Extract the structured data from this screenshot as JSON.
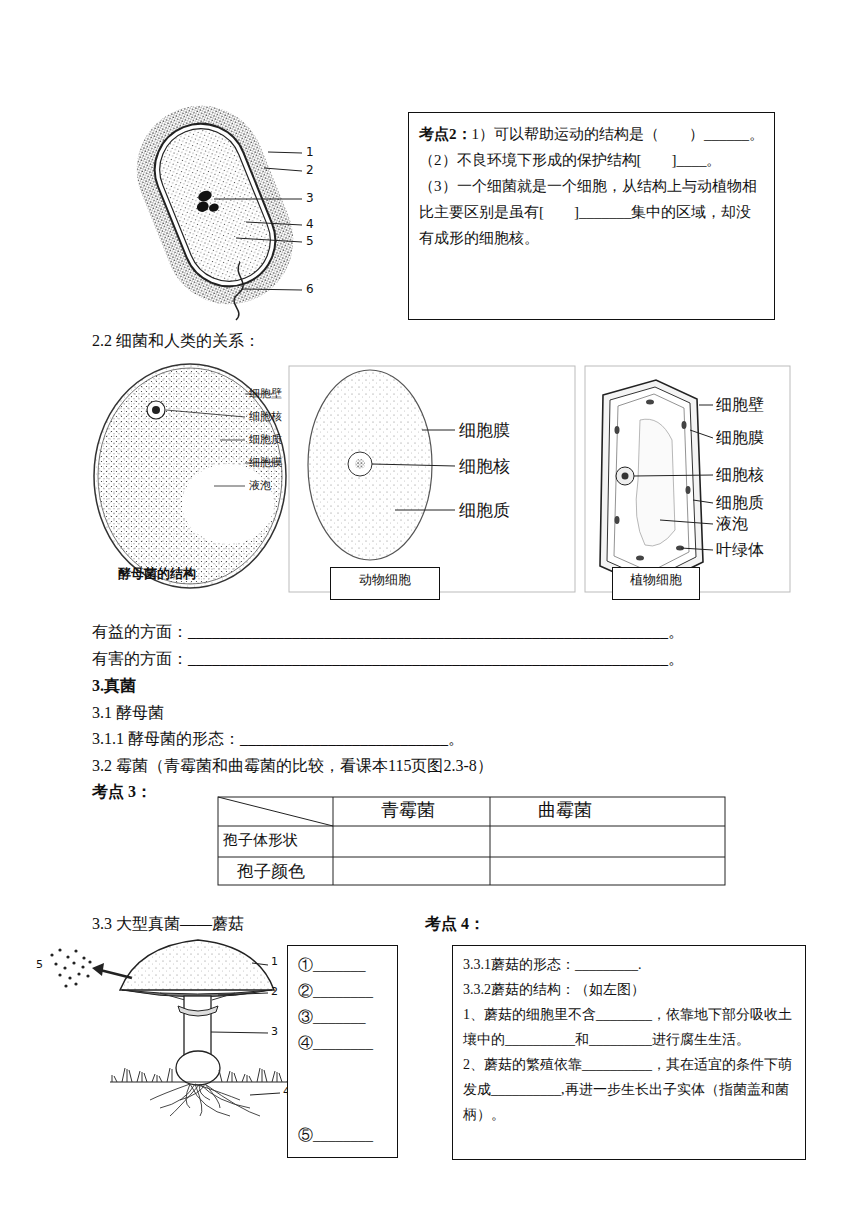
{
  "diagram": {
    "nodes": [
      {
        "text": [
          "考点2：",
          "1）可以帮助运动的结构是（　　）______。",
          "（2）不良环境下形成的保护结构[　　]____。",
          "（3）一个细菌就是一个细胞，从结构上与动植物相比主要区别是虽有[　　]_______集中的区域，却没有成形的细胞核。"
        ]
      },
      {
        "text": [
          "动物细胞"
        ]
      },
      {
        "text": [
          "植物细胞"
        ]
      },
      {
        "text": [
          "①_______",
          "②________",
          "③_______",
          "④________",
          "⑤________"
        ]
      },
      {
        "text": [
          "3.3.1蘑菇的形态：_________.",
          "3.3.2蘑菇的结构：（如左图）",
          "1、蘑菇的细胞里不含________，依靠地下部分吸收土壤中的__________和_________进行腐生生活。",
          "2、蘑菇的繁殖依靠__________，其在适宜的条件下萌发成__________,再进一步生长出子实体（指菌盖和菌柄）。"
        ]
      }
    ],
    "labels": [
      "1",
      "2",
      "3",
      "4",
      "5",
      "6",
      "2.2 细菌和人类的关系：",
      "细胞壁",
      "细胞核",
      "细胞质",
      "细胞膜",
      "液泡",
      "酵母菌的结构",
      "细胞膜",
      "细胞核",
      "细胞质",
      "细胞壁",
      "细胞膜",
      "细胞核",
      "细胞质",
      "液泡",
      "叶绿体",
      "有益的方面：____________________________________________________________。",
      "有害的方面：____________________________________________________________。",
      "3.真菌",
      "3.1 酵母菌",
      "3.1.1 酵母菌的形态：__________________________。",
      "3.2 霉菌（青霉菌和曲霉菌的比较，看课本115页图2.3-8）",
      "考点 3：",
      "青霉菌",
      "曲霉菌",
      "孢子体形状",
      "孢子颜色",
      "3.3 大型真菌——蘑菇",
      "考点 4：",
      "1",
      "2",
      "3",
      "4",
      "5"
    ]
  }
}
